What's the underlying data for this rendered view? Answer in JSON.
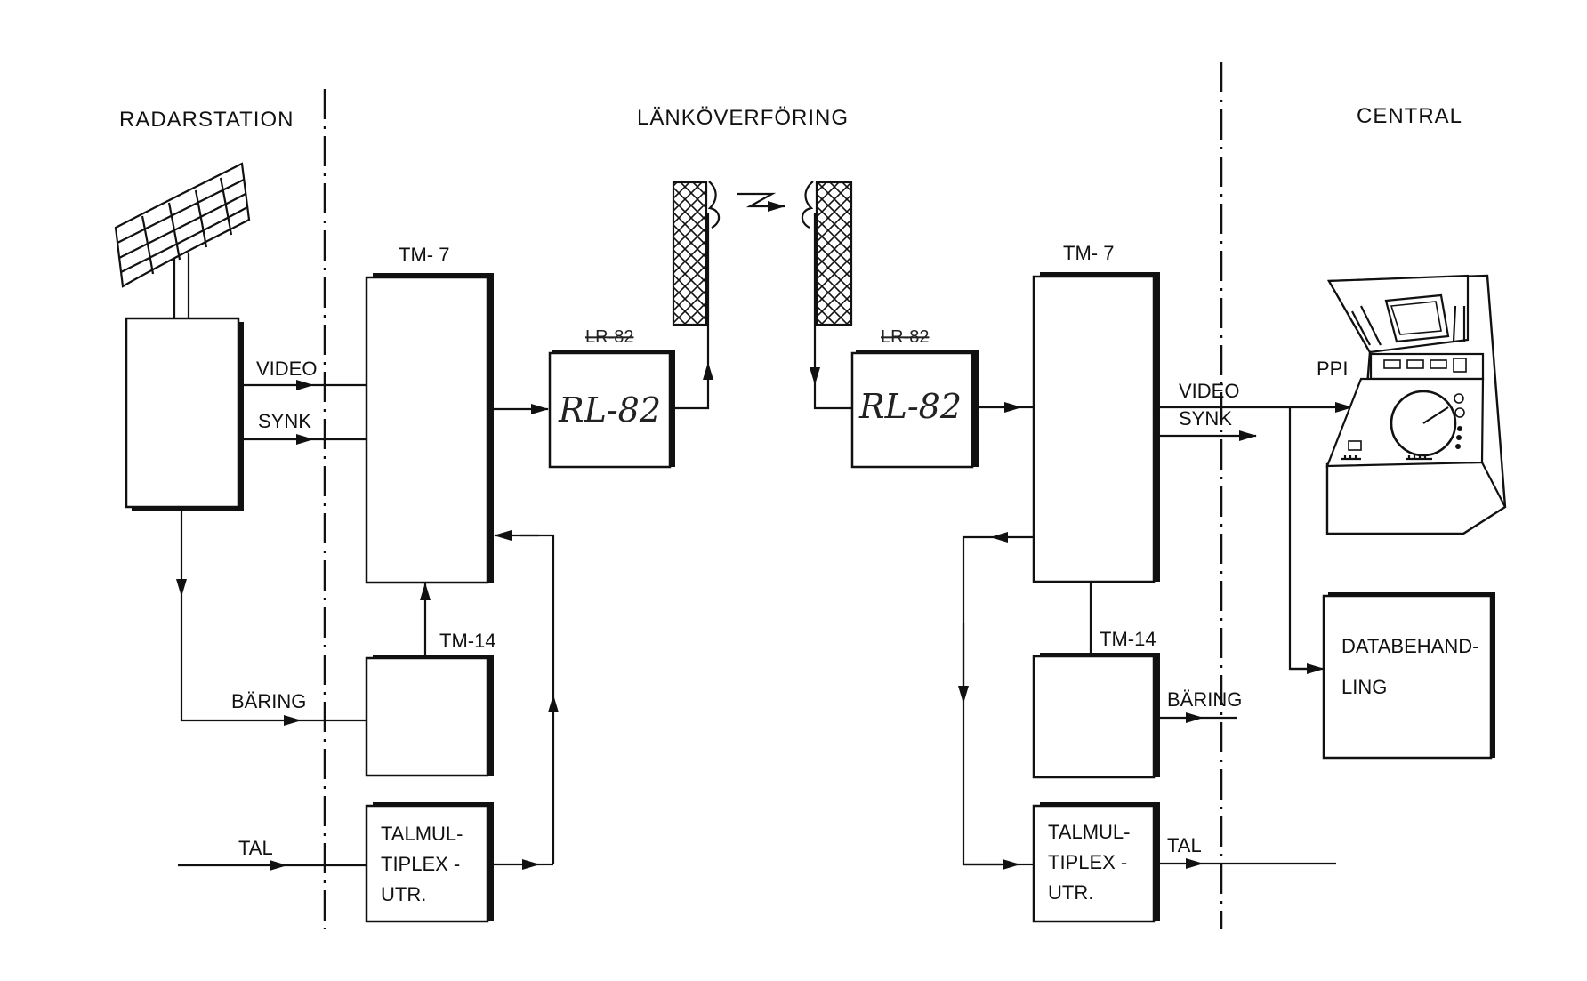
{
  "headers": {
    "radarstation": "RADARSTATION",
    "lankoverforing": "LÄNKÖVERFÖRING",
    "central": "CENTRAL"
  },
  "left": {
    "tm7": "TM- 7",
    "tm14": "TM-14",
    "video": "VIDEO",
    "synk": "SYNK",
    "baring": "BÄRING",
    "tal": "TAL",
    "talmul": [
      "TALMUL-",
      "TIPLEX -",
      "UTR."
    ]
  },
  "link": {
    "rl_left": "RL-82",
    "rl_right": "RL-82",
    "lr_left": "LR-82",
    "lr_right": "LR-82"
  },
  "right": {
    "tm7": "TM- 7",
    "tm14": "TM-14",
    "video": "VIDEO",
    "synk": "SYNK",
    "baring": "BÄRING",
    "tal": "TAL",
    "talmul": [
      "TALMUL-",
      "TIPLEX -",
      "UTR."
    ],
    "ppi": "PPI",
    "databehandling": [
      "DATABEHAND-",
      "LING"
    ]
  }
}
